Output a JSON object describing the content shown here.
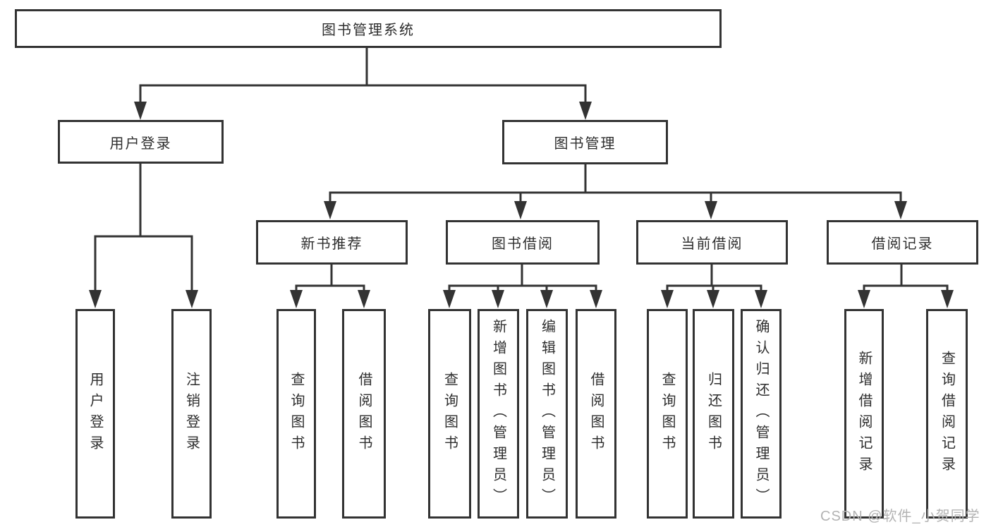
{
  "diagram": {
    "watermark": "CSDN @软件_小贺同学",
    "colors": {
      "line": "#333333",
      "box_border": "#333333",
      "text": "#2e2e2e",
      "watermark": "#b3b3b3",
      "background": "#ffffff"
    },
    "root": {
      "label": "图书管理系统",
      "children": [
        {
          "label": "用户登录",
          "children": [
            {
              "label": "用户登录"
            },
            {
              "label": "注销登录"
            }
          ]
        },
        {
          "label": "图书管理",
          "children": [
            {
              "label": "新书推荐",
              "children": [
                {
                  "label": "查询图书"
                },
                {
                  "label": "借阅图书"
                }
              ]
            },
            {
              "label": "图书借阅",
              "children": [
                {
                  "label": "查询图书"
                },
                {
                  "label": "新增图书（管理员）"
                },
                {
                  "label": "编辑图书（管理员）"
                },
                {
                  "label": "借阅图书"
                }
              ]
            },
            {
              "label": "当前借阅",
              "children": [
                {
                  "label": "查询图书"
                },
                {
                  "label": "归还图书"
                },
                {
                  "label": "确认归还（管理员）"
                }
              ]
            },
            {
              "label": "借阅记录",
              "children": [
                {
                  "label": "新增借阅记录"
                },
                {
                  "label": "查询借阅记录"
                }
              ]
            }
          ]
        }
      ]
    }
  }
}
